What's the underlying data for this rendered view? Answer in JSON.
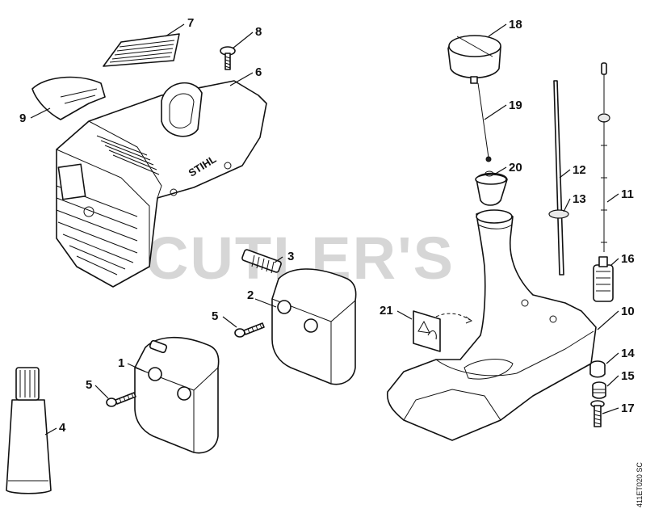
{
  "watermark": "CUTLER'S",
  "brand": "STIHL",
  "ref_code": "411ET020 SC",
  "callouts": {
    "c1": "1",
    "c2": "2",
    "c3": "3",
    "c4": "4",
    "c5a": "5",
    "c5b": "5",
    "c6": "6",
    "c7": "7",
    "c8": "8",
    "c9": "9",
    "c10": "10",
    "c11": "11",
    "c12": "12",
    "c13": "13",
    "c14": "14",
    "c15": "15",
    "c16": "16",
    "c17": "17",
    "c18": "18",
    "c19": "19",
    "c20": "20",
    "c21": "21"
  }
}
